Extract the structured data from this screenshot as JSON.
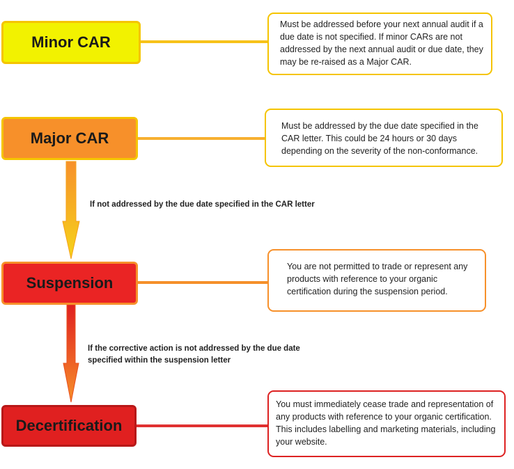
{
  "colors": {
    "minor_fill": "#f2f200",
    "minor_border": "#f5c400",
    "major_fill": "#f7902a",
    "major_border": "#f5c400",
    "suspension_fill": "#ea2424",
    "suspension_border": "#f7902a",
    "decert_fill": "#e02020",
    "decert_border": "#b81818"
  },
  "stages": {
    "minor": {
      "label": "Minor CAR",
      "description": "Must be addressed before your next annual audit if a due date is not specified. If minor CARs are not addressed by the next annual audit or due date, they may be re-raised as a Major CAR."
    },
    "major": {
      "label": "Major CAR",
      "description": "Must be addressed by the due date specified in the CAR letter. This could be 24 hours or 30 days depending on the severity of the non-conformance."
    },
    "suspension": {
      "label": "Suspension",
      "description": "You are not permitted to trade or represent any products with reference to your organic certification during the suspension period."
    },
    "decertification": {
      "label": "Decertification",
      "description": "You must immediately cease trade and representation of any products with reference to your organic certification. This includes labelling and marketing materials, including your website."
    }
  },
  "transitions": {
    "major_to_suspension": "If not addressed by the due date specified in the CAR letter",
    "suspension_to_decert_line1": "If the corrective action is not addressed by the due date",
    "suspension_to_decert_line2": "specified within the suspension letter"
  }
}
